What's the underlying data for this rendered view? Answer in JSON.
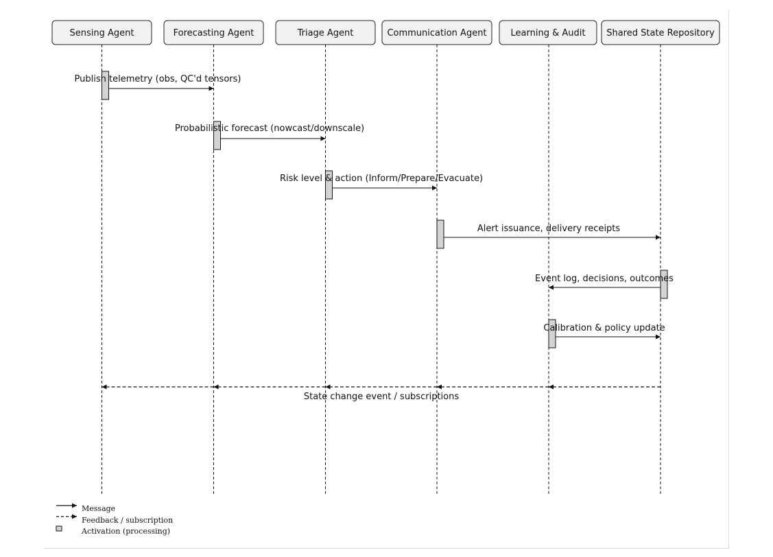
{
  "actors": [
    {
      "id": "sensing",
      "label": "Sensing Agent"
    },
    {
      "id": "forecasting",
      "label": "Forecasting Agent"
    },
    {
      "id": "triage",
      "label": "Triage Agent"
    },
    {
      "id": "communication",
      "label": "Communication Agent"
    },
    {
      "id": "learning",
      "label": "Learning & Audit"
    },
    {
      "id": "repository",
      "label": "Shared State Repository"
    }
  ],
  "messages": [
    {
      "from": "sensing",
      "to": "forecasting",
      "label": "Publish telemetry (obs, QC'd tensors)"
    },
    {
      "from": "forecasting",
      "to": "triage",
      "label": "Probabilistic forecast (nowcast/downscale)"
    },
    {
      "from": "triage",
      "to": "communication",
      "label": "Risk level & action (Inform/Prepare/Evacuate)"
    },
    {
      "from": "communication",
      "to": "repository",
      "label": "Alert issuance, delivery receipts"
    },
    {
      "from": "repository",
      "to": "learning",
      "label": "Event log, decisions, outcomes"
    },
    {
      "from": "learning",
      "to": "repository",
      "label": "Calibration & policy update"
    }
  ],
  "feedback": {
    "from": "repository",
    "to": [
      "learning",
      "communication",
      "triage",
      "forecasting",
      "sensing"
    ],
    "label": "State change event / subscriptions"
  },
  "legend": {
    "message": "Message",
    "feedback": "Feedback / subscription",
    "activation": "Activation (processing)"
  }
}
